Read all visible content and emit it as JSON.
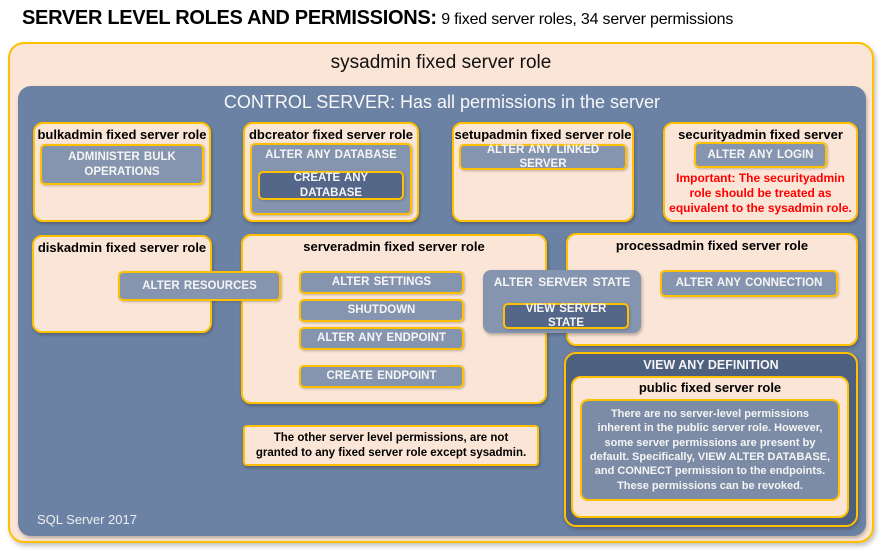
{
  "colors": {
    "gold": "#FFC000",
    "peach": "#FBE5D6",
    "blue": "#6C82A4",
    "button": "#8695AF",
    "dark": "#556789",
    "vad-bg": "#4E6080",
    "public-text-bg": "#7D8CA6",
    "red": "#FF0000",
    "text-light": "#F5F5F5"
  },
  "header": {
    "title": "SERVER LEVEL ROLES AND PERMISSIONS:",
    "subtitle": " 9 fixed server roles, 34 server permissions"
  },
  "sysadmin": {
    "label": "sysadmin fixed server role"
  },
  "control_server": {
    "heading": "CONTROL SERVER: Has all permissions in the server",
    "footer": "SQL Server 2017"
  },
  "roles": {
    "bulkadmin": {
      "title": "bulkadmin fixed server role",
      "permission": "ADMINISTER BULK OPERATIONS"
    },
    "dbcreator": {
      "title": "dbcreator fixed server role",
      "permission": "ALTER ANY DATABASE",
      "nested_permission": "CREATE ANY DATABASE"
    },
    "setupadmin": {
      "title": "setupadmin fixed server role",
      "permission": "ALTER ANY LINKED SERVER"
    },
    "securityadmin": {
      "title": "securityadmin fixed server role",
      "permission": "ALTER ANY LOGIN",
      "warning": "Important: The securityadmin role should be treated as equivalent to the sysadmin role."
    },
    "diskadmin": {
      "title": "diskadmin fixed server role",
      "permission": "ALTER RESOURCES"
    },
    "serveradmin": {
      "title": "serveradmin fixed server role",
      "permissions": [
        "ALTER SETTINGS",
        "SHUTDOWN",
        "ALTER ANY ENDPOINT",
        "CREATE ENDPOINT"
      ]
    },
    "processadmin": {
      "title": "processadmin fixed server role",
      "permission": "ALTER ANY CONNECTION"
    },
    "public": {
      "title": "public fixed server role",
      "description": "There are no server-level permissions inherent in the public server role. However, some server permissions are present by default. Specifically, VIEW ALTER DATABASE, and CONNECT permission to the endpoints. These permissions can be revoked."
    }
  },
  "shared_permissions": {
    "alter_server_state": "ALTER SERVER STATE",
    "view_server_state": "VIEW SERVER STATE",
    "view_any_definition": "VIEW ANY DEFINITION"
  },
  "notes": {
    "other_permissions": "The other server level permissions, are not granted to any fixed server role except sysadmin."
  }
}
